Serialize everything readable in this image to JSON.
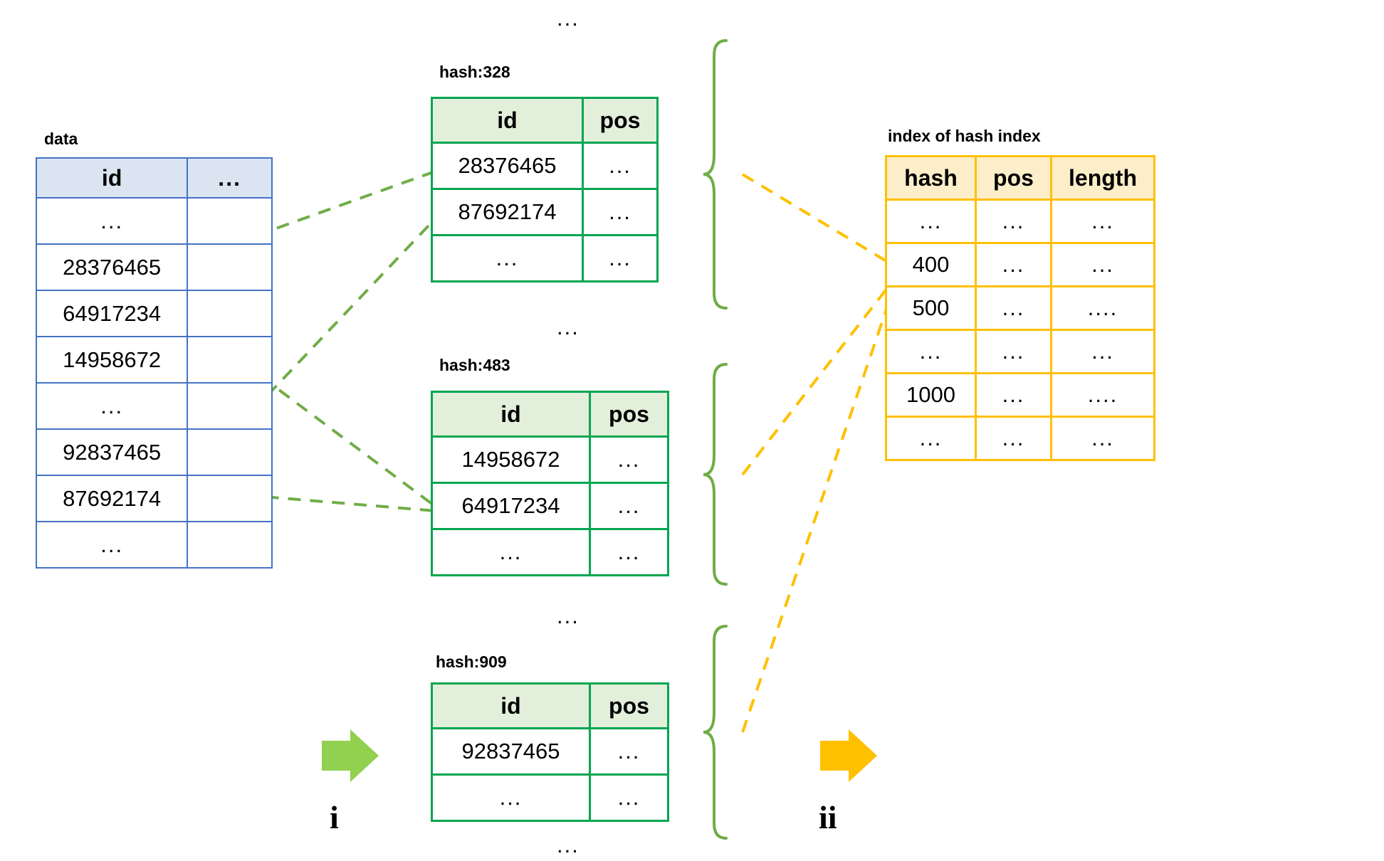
{
  "diagram": {
    "title": "hash index and index of hash index layout",
    "colors": {
      "data_table_border": "#4472c4",
      "data_table_header_fill": "#dbe5f1",
      "hash_table_border": "#00a650",
      "hash_table_header_fill": "#e2efdb",
      "index_table_border": "#ffc000",
      "index_table_header_fill": "#fdeeca",
      "green_connector": "#70ad47",
      "orange_connector": "#ffc000",
      "green_arrow": "#92d050",
      "orange_arrow": "#ffc000"
    }
  },
  "data_table": {
    "caption": "data",
    "headers": [
      "id",
      "..."
    ],
    "rows": [
      [
        "...",
        ""
      ],
      [
        "28376465",
        ""
      ],
      [
        "64917234",
        ""
      ],
      [
        "14958672",
        ""
      ],
      [
        "...",
        ""
      ],
      [
        "92837465",
        ""
      ],
      [
        "87692174",
        ""
      ],
      [
        "...",
        ""
      ]
    ]
  },
  "hash_tables": [
    {
      "caption": "hash:328",
      "headers": [
        "id",
        "pos"
      ],
      "rows": [
        [
          "28376465",
          "..."
        ],
        [
          "87692174",
          "..."
        ],
        [
          "...",
          "..."
        ]
      ]
    },
    {
      "caption": "hash:483",
      "headers": [
        "id",
        "pos"
      ],
      "rows": [
        [
          "14958672",
          "..."
        ],
        [
          "64917234",
          "..."
        ],
        [
          "...",
          "..."
        ]
      ]
    },
    {
      "caption": "hash:909",
      "headers": [
        "id",
        "pos"
      ],
      "rows": [
        [
          "92837465",
          "..."
        ],
        [
          "...",
          "..."
        ]
      ]
    }
  ],
  "index_table": {
    "caption": "index of hash index",
    "headers": [
      "hash",
      "pos",
      "length"
    ],
    "rows": [
      [
        "...",
        "...",
        "..."
      ],
      [
        "400",
        "...",
        "..."
      ],
      [
        "500",
        "...",
        "...."
      ],
      [
        "...",
        "...",
        "..."
      ],
      [
        "1000",
        "...",
        "...."
      ],
      [
        "...",
        "...",
        "..."
      ]
    ]
  },
  "floating_ellipses": [
    {
      "id": "top-ellipsis",
      "text": "..."
    },
    {
      "id": "between-328-483-ellipsis",
      "text": "..."
    },
    {
      "id": "between-483-909-ellipsis",
      "text": "..."
    },
    {
      "id": "bottom-ellipsis",
      "text": "..."
    }
  ],
  "steps": [
    {
      "id": "step-i",
      "label": "i",
      "arrow_color": "#92d050"
    },
    {
      "id": "step-ii",
      "label": "ii",
      "arrow_color": "#ffc000"
    }
  ]
}
